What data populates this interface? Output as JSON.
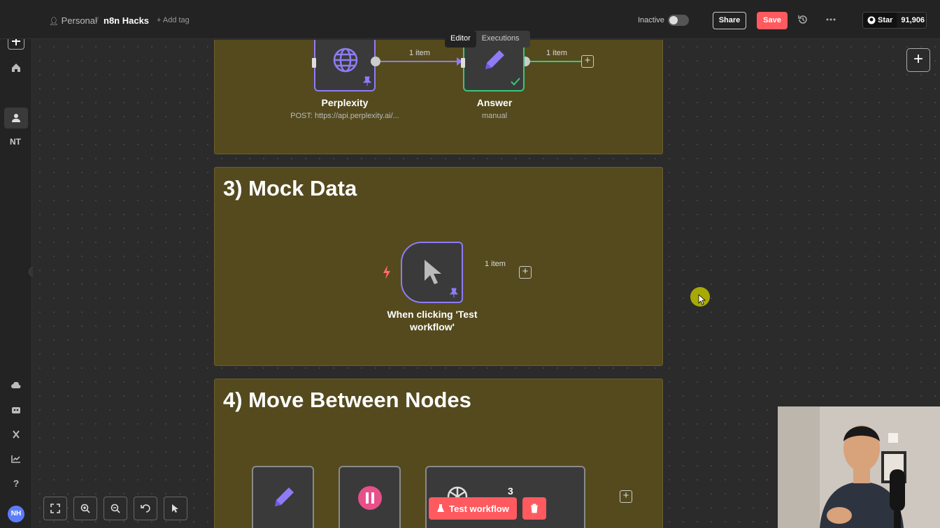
{
  "header": {
    "project": "Personal",
    "workflow_name": "n8n Hacks",
    "add_tag": "+ Add tag",
    "tabs": [
      "Editor",
      "Executions"
    ],
    "status_label": "Inactive",
    "share_label": "Share",
    "save_label": "Save",
    "github_star_label": "Star",
    "github_star_count": "91,906"
  },
  "sidebar": {
    "workspace_label": "NT",
    "avatar_initials": "NH"
  },
  "sections": {
    "mock_data": "3) Mock Data",
    "move_nodes": "4) Move Between Nodes"
  },
  "nodes": {
    "perplexity": {
      "title": "Perplexity",
      "subtitle": "POST: https://api.perplexity.ai/..."
    },
    "answer": {
      "title": "Answer",
      "subtitle": "manual"
    },
    "trigger": {
      "title": "When clicking 'Test workflow'"
    },
    "openai_count": "3"
  },
  "edges": {
    "item_label": "1 item"
  },
  "actions": {
    "test_workflow": "Test workflow"
  },
  "colors": {
    "accent": "#ff5a5f",
    "sticky": "#544a1e",
    "node_purple": "#8e7cf5",
    "node_green": "#3cc77a"
  }
}
